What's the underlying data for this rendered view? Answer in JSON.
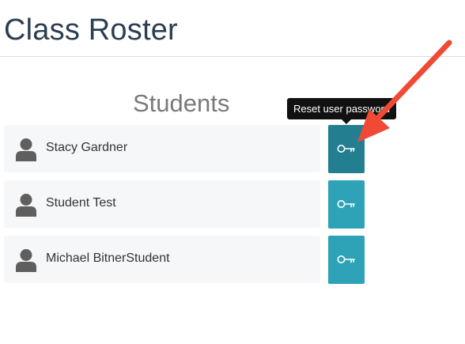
{
  "header": {
    "title": "Class Roster"
  },
  "roster": {
    "heading": "Students",
    "reset_tooltip": "Reset user password",
    "students": [
      {
        "name": "Stacy Gardner",
        "hovered": true
      },
      {
        "name": "Student Test",
        "hovered": false
      },
      {
        "name": "Michael BitnerStudent",
        "hovered": false
      }
    ]
  },
  "icons": {
    "avatar": "user-silhouette-icon",
    "reset": "key-icon"
  },
  "colors": {
    "title": "#2c3e50",
    "button": "#2ea3b8",
    "button_hover": "#237f90",
    "annotation_arrow": "#f04a34"
  }
}
